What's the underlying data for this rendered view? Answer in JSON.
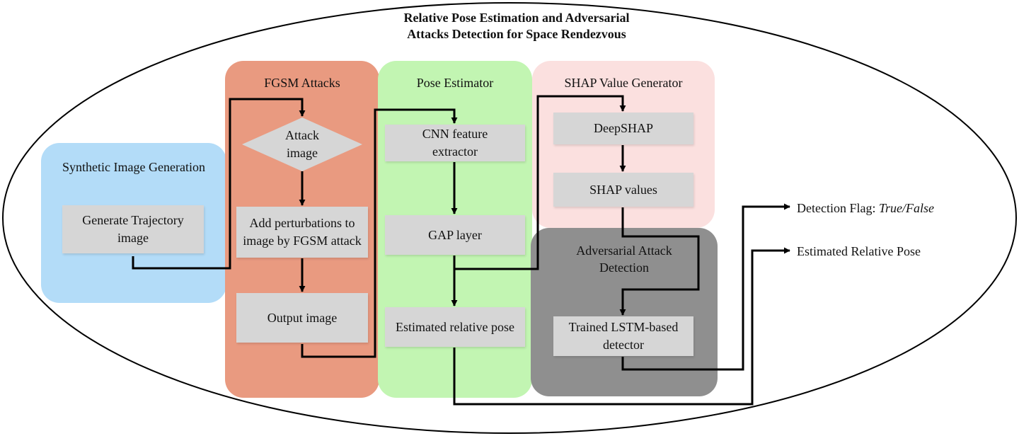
{
  "title_line1": "Relative Pose Estimation and Adversarial",
  "title_line2": "Attacks Detection for Space Rendezvous",
  "colors": {
    "synthetic_panel": "#b3dcf8",
    "fgsm_panel": "#e99a80",
    "pose_panel": "#c2f5b2",
    "shap_panel": "#fbe0df",
    "detection_panel": "#8f8f8f",
    "box": "#d6d6d6"
  },
  "panels": {
    "synthetic": {
      "title": "Synthetic Image Generation",
      "box": "Generate Trajectory image"
    },
    "fgsm": {
      "title": "FGSM Attacks",
      "attack_image": "Attack image",
      "perturb": "Add perturbations to image by FGSM attack",
      "output": "Output image"
    },
    "pose": {
      "title": "Pose Estimator",
      "cnn": "CNN feature extractor",
      "gap": "GAP layer",
      "estimated": "Estimated relative pose"
    },
    "shap": {
      "title": "SHAP Value Generator",
      "deepshap": "DeepSHAP",
      "values": "SHAP values"
    },
    "detection": {
      "title": "Adversarial Attack Detection",
      "lstm": "Trained LSTM-based detector"
    }
  },
  "outputs": {
    "detection_flag_label": "Detection Flag: ",
    "detection_flag_value": "True/False",
    "pose_label": "Estimated Relative Pose"
  }
}
